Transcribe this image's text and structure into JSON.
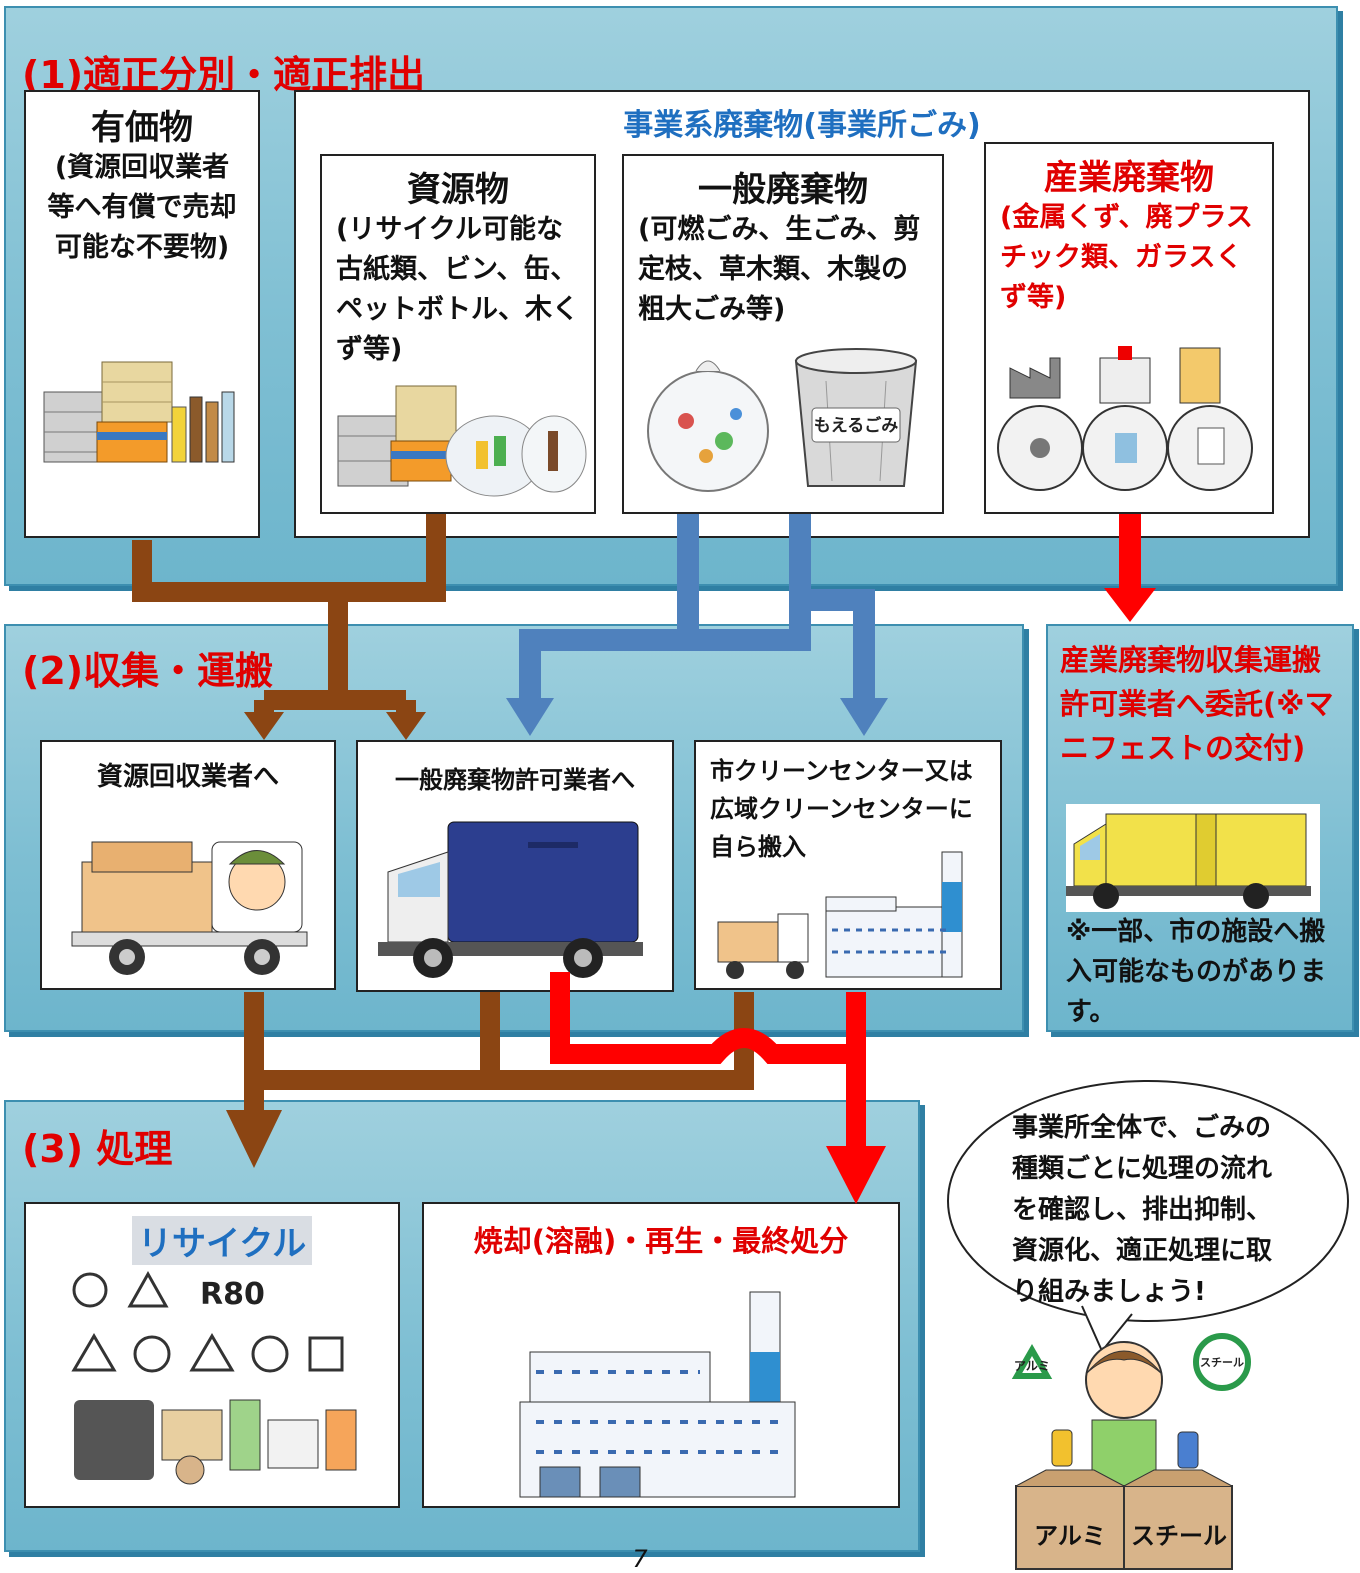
{
  "section1": {
    "title": "(1)適正分別・適正排出"
  },
  "section2": {
    "title": "(2)収集・運搬"
  },
  "section3": {
    "title": "(3) 処理"
  },
  "valuables": {
    "title": "有価物",
    "desc": "(資源回収業者等へ有償で売却可能な不要物)"
  },
  "business_waste": {
    "title": "事業系廃棄物(事業所ごみ)"
  },
  "resources": {
    "title": "資源物",
    "desc": "(リサイクル可能な古紙類、ビン、缶、ペットボトル、木くず等)"
  },
  "general_waste": {
    "title": "一般廃棄物",
    "desc": "(可燃ごみ、生ごみ、剪定枝、草木類、木製の粗大ごみ等)",
    "bin_label": "もえるごみ"
  },
  "industrial_waste": {
    "title": "産業廃棄物",
    "desc": "(金属くず、廃プラスチック類、ガラスくず等)"
  },
  "collect_recyclers": {
    "label": "資源回収業者へ"
  },
  "collect_licensed": {
    "label": "一般廃棄物許可業者へ"
  },
  "collect_self": {
    "label": "市クリーンセンター又は広域クリーンセンターに自ら搬入"
  },
  "industrial_contractor": {
    "label": "産業廃棄物収集運搬許可業者へ委託(※マニフェストの交付)",
    "note": "※一部、市の施設へ搬入可能なものがあります。"
  },
  "recycle": {
    "label": "リサイクル",
    "r_mark": "R80"
  },
  "incineration": {
    "label": "焼却(溶融)・再生・最終処分"
  },
  "speech": {
    "text": "事業所全体で、ごみの種類ごとに処理の流れを確認し、排出抑制、資源化、適正処理に取り組みましょう!"
  },
  "sorting_box": {
    "left": "アルミ",
    "right": "スチール"
  },
  "recycle_marks": {
    "alu": "アルミ",
    "steel": "スチール"
  },
  "page_number": "7",
  "colors": {
    "brown": "#8b4513",
    "blue": "#4f81bd",
    "red": "#ff0000",
    "title_red": "#e00000",
    "panel": "#8cc6d8"
  }
}
